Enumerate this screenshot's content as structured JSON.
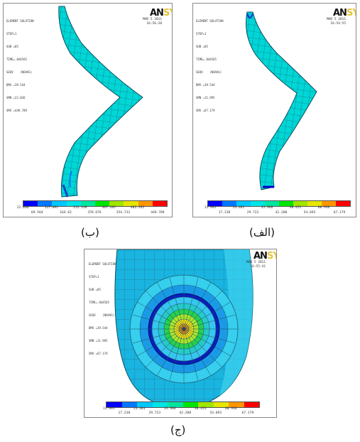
{
  "legend_colors": [
    "#0000ff",
    "#0078ff",
    "#00c8ff",
    "#00e6e6",
    "#00e6a0",
    "#00e600",
    "#a0e600",
    "#e6e600",
    "#ff9600",
    "#ff0000"
  ],
  "mesh_color": "#00d6d6",
  "panels": {
    "b": {
      "info": [
        "ELEMENT SOLUTION",
        "STEP=1",
        "SUB =85",
        "TIME=.844565",
        "SEQV    (NOAVG)",
        "DMX =39.544",
        "SMN =22.036",
        "SMX =449.789"
      ],
      "logo_an": "AN",
      "logo_sys": "SYS",
      "date": [
        "MAR  5 2011",
        "16:56:20"
      ],
      "ticks_top": [
        "22.036",
        "117.092",
        "212.148",
        "307.205",
        "402.261"
      ],
      "ticks_bottom": [
        "69.564",
        "164.62",
        "259.676",
        "354.733",
        "449.789"
      ],
      "caption": "(ب)"
    },
    "a": {
      "info": [
        "ELEMENT SOLUTION",
        "STEP=1",
        "SUB =85",
        "TIME=.844565",
        "SEQV    (NOAVG)",
        "DMX =39.544",
        "SMN =11.995",
        "SMX =67.179"
      ],
      "logo_an": "AN",
      "logo_sys": "SYS",
      "date": [
        "MAR  5 2011",
        "16:54:55"
      ],
      "ticks_top": [
        "11.995",
        "23.481",
        "35.968",
        "48.451",
        "60.936"
      ],
      "ticks_bottom": [
        "17.238",
        "29.723",
        "42.208",
        "54.693",
        "67.179"
      ],
      "caption": "(الف)"
    },
    "c": {
      "info": [
        "ELEMENT SOLUTION",
        "STEP=1",
        "SUB =85",
        "TIME=.844565",
        "SEQV    (NOAVG)",
        "DMX =39.544",
        "SMN =11.995",
        "SMX =67.179"
      ],
      "logo_an": "AN",
      "logo_sys": "SYS",
      "date": [
        "MAR  5 2011",
        "16:55:41"
      ],
      "ticks_top": [
        "11.995",
        "23.481",
        "35.968",
        "48.451",
        "60.936"
      ],
      "ticks_bottom": [
        "17.238",
        "29.723",
        "42.208",
        "54.693",
        "67.179"
      ],
      "caption": "(ج)"
    }
  }
}
